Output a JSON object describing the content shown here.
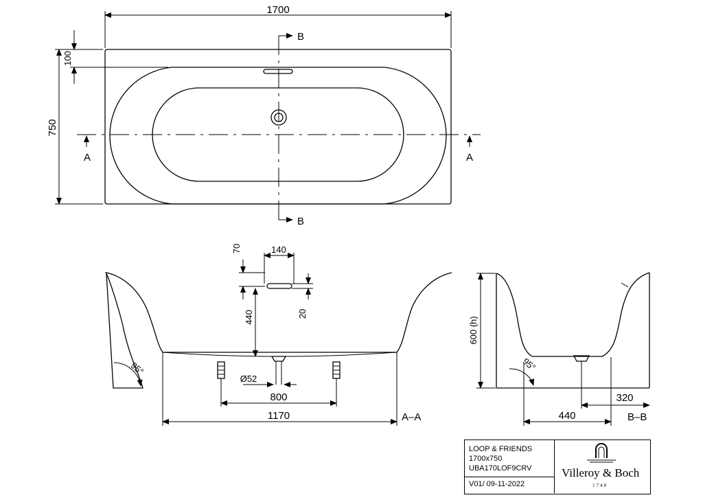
{
  "dimensions": {
    "top_length": "1700",
    "top_width": "750",
    "top_rim": "100",
    "overflow_offset": "70",
    "overflow_width": "140",
    "drain_depth": "440",
    "overflow_height": "20",
    "drain_diameter": "Ø52",
    "feet_spacing": "800",
    "base_length": "1170",
    "height": "600 (h)",
    "side_base": "440",
    "side_drain": "320",
    "angle_left": "95°",
    "angle_side": "95°"
  },
  "section_marks": {
    "a": "A",
    "b": "B",
    "section_aa": "A–A",
    "section_bb": "B–B"
  },
  "title_block": {
    "product": "LOOP & FRIENDS",
    "size": "1700x750",
    "code": "UBA170LOF9CRV",
    "version": "V01/ 09-11-2022",
    "brand": "Villeroy & Boch",
    "brand_year": "1748",
    "logo_icon": "faucet-arch-icon"
  }
}
